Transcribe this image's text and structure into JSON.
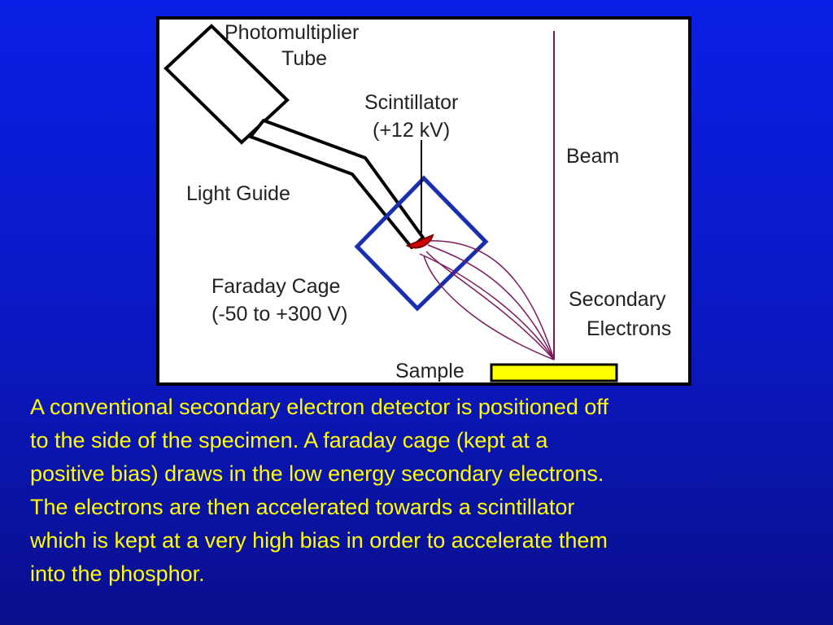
{
  "diagram": {
    "labels": {
      "photomultiplier_line1": "Photomultiplier",
      "photomultiplier_line2": "Tube",
      "scintillator_line1": "Scintillator",
      "scintillator_line2": "(+12 kV)",
      "beam": "Beam",
      "light_guide": "Light Guide",
      "faraday_line1": "Faraday Cage",
      "faraday_line2": "(-50 to +300 V)",
      "secondary_line1": "Secondary",
      "secondary_line2": "Electrons",
      "sample": "Sample"
    },
    "colors": {
      "background": "#0a18c0",
      "caption_text": "#ffff00",
      "frame": "#000000",
      "cage": "#1a2fb0",
      "scintillator": "#d40000",
      "trajectory": "#7a1a5c",
      "sample": "#ffff00"
    }
  },
  "caption": {
    "lines": [
      "A conventional secondary electron detector is positioned off",
      "to the side of the specimen. A faraday cage (kept at a",
      "positive bias) draws in the low energy secondary electrons.",
      "The electrons are then accelerated towards a scintillator",
      "which is kept at a very high bias in order to accelerate them",
      "into the phosphor."
    ]
  }
}
